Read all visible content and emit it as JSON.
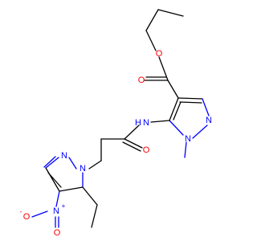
{
  "molecule": {
    "atoms": {
      "o_ester_carbonyl": "O",
      "o_ester_ether": "O",
      "n_top_ring_upper": "N",
      "n_top_ring_lower": "N",
      "n_amide": "N",
      "h_amide": "H",
      "o_amide": "O",
      "n_bottom_ring_left": "N",
      "n_bottom_ring_right": "N",
      "n_nitro": "N",
      "o_nitro_minus": "O",
      "o_nitro_double": "O",
      "charge_plus": "+",
      "charge_minus": "-"
    },
    "colors": {
      "carbon_bond": "#000000",
      "nitrogen": "#0000ff",
      "oxygen": "#ff0000"
    }
  }
}
